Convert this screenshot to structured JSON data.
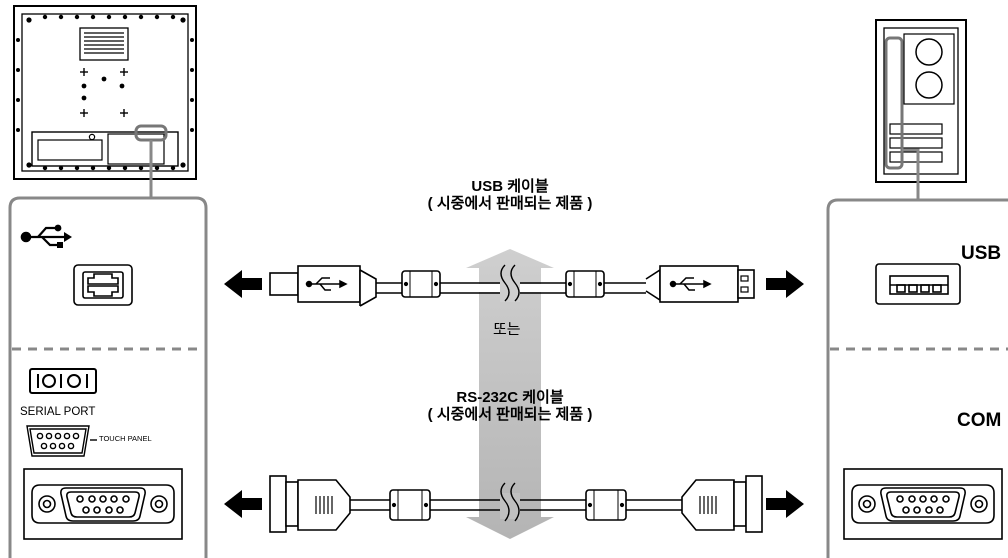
{
  "usb_cable": {
    "title": "USB 케이블",
    "subtitle": "( 시중에서 판매되는 제품 )"
  },
  "or_label": "또는",
  "rs232_cable": {
    "title": "RS-232C 케이블",
    "subtitle": "( 시중에서 판매되는 제품 )"
  },
  "monitor_panel": {
    "serial_port_label": "SERIAL PORT",
    "touch_panel_label": "TOUCH PANEL"
  },
  "pc_panel": {
    "usb_label": "USB",
    "com_label": "COM"
  },
  "icons": [
    "usb-icon",
    "serial-port-icon",
    "arrow-left-icon",
    "arrow-right-icon"
  ]
}
